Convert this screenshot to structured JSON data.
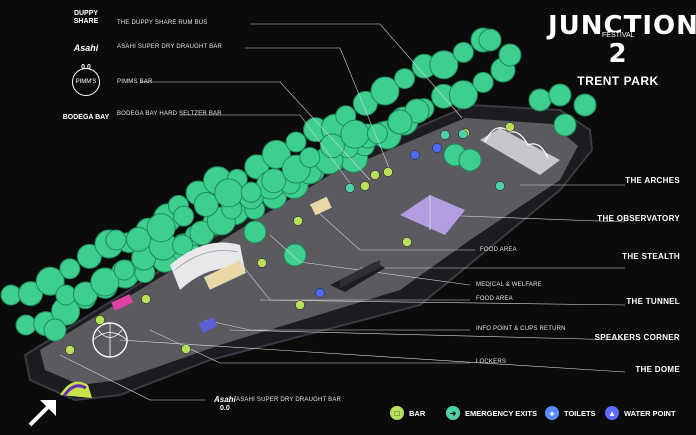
{
  "brand": {
    "title": "JUNCTION 2",
    "subtitle": "FESTIVAL",
    "location": "TRENT PARK"
  },
  "logos": {
    "duppy": "DUPPY SHARE",
    "asahi": "Asahi",
    "asahi_sub": "0.0",
    "pimms": "PIMM'S",
    "bodega": "BODEGA BAY"
  },
  "callouts": {
    "rum_bus": "THE DUPPY SHARE RUM BUS",
    "asahi_bar": "ASAHI SUPER DRY DRAUGHT BAR",
    "pimms_bar": "PIMMS BAR",
    "bodega_bar": "BODEGA BAY HARD SELTZER BAR",
    "food_area_1": "FOOD AREA",
    "medical": "MEDICAL & WELFARE",
    "food_area_2": "FOOD AREA",
    "info_point": "INFO POINT & CUPS RETURN",
    "lockers": "LOCKERS",
    "asahi_bar_bottom": "ASAHI SUPER DRY DRAUGHT BAR"
  },
  "zones": {
    "arches": "THE ARCHES",
    "observatory": "THE OBSERVATORY",
    "stealth": "THE STEALTH",
    "tunnel": "THE TUNNEL",
    "speakers_corner": "SPEAKERS CORNER",
    "dome": "THE DOME"
  },
  "legend": [
    {
      "label": "BAR",
      "icon": "bar-icon",
      "color": "#b9e05a"
    },
    {
      "label": "EMERGENCY EXITS",
      "icon": "emergency-exit-icon",
      "color": "#4fd1a8"
    },
    {
      "label": "TOILETS",
      "icon": "toilet-icon",
      "color": "#5b8cff"
    },
    {
      "label": "WATER POINT",
      "icon": "water-drop-icon",
      "color": "#5b6cff"
    }
  ],
  "colors": {
    "background": "#0b0b0c",
    "site_ground": "#5a5a60",
    "tree": "#3ecf8e",
    "bar": "#b9e05a",
    "exit": "#4fd1a8",
    "toilet": "#4a6cf5",
    "stealth_stage": "#1d1d1f",
    "observatory": "#b59be0"
  },
  "entrance_arrow": "entrance-arrow-icon"
}
